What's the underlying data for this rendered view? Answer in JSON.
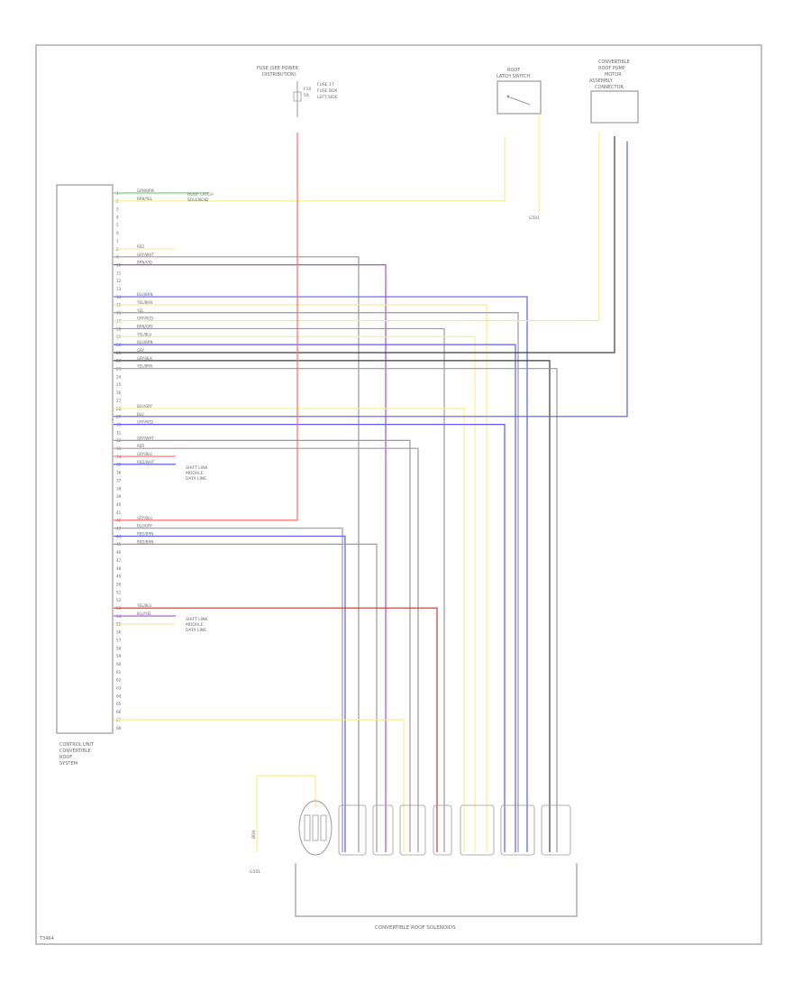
{
  "diagram": {
    "footer_code": "T3464",
    "ground_label": "G501",
    "colors": {
      "frame": "#9a9a9a",
      "red": "#ff6b6b",
      "dark_red": "#c0392b",
      "green": "#7ad27a",
      "yellow": "#f3f08a",
      "blue": "#5b5bf5",
      "violet": "#b04ad0",
      "gray": "#9a9a9a",
      "dark": "#3c3c3c"
    },
    "components": {
      "module_label": [
        "CONTROL UNIT",
        "CONVERTIBLE",
        "ROOF",
        "SYSTEM"
      ],
      "fuse_label": [
        "FUSE (SEE POWER",
        "DISTRIBUTION)"
      ],
      "fuse_notes": [
        "F10",
        "5A",
        "FUSE 17",
        "FUSE BOX",
        "LEFT SIDE"
      ],
      "switch_label": [
        "ROOF",
        "LATCH SWITCH"
      ],
      "motor_label": [
        "CONVERTIBLE",
        "ROOF PUMP",
        "MOTOR",
        "ASSEMBLY",
        "CONNECTOR"
      ],
      "bottom_label": "CONVERTIBLE ROOF SOLENOIDS",
      "ref_notes": [
        [
          "ROOF LATCH",
          "SOLENOID"
        ],
        [
          "SHIFT LINK",
          "MODULE",
          "DATA LINE"
        ],
        [
          "SHIFT LINK",
          "MODULE",
          "DATA LINE"
        ]
      ]
    },
    "pins": [
      "1",
      "2",
      "3",
      "4",
      "5",
      "6",
      "7",
      "8",
      "9",
      "10",
      "11",
      "12",
      "13",
      "14",
      "15",
      "16",
      "17",
      "18",
      "19",
      "20",
      "21",
      "22",
      "23",
      "24",
      "25",
      "26",
      "27",
      "28",
      "29",
      "30",
      "31",
      "32",
      "33",
      "34",
      "35",
      "36",
      "37",
      "38",
      "39",
      "40",
      "41",
      "42",
      "43",
      "44",
      "45",
      "46",
      "47",
      "48",
      "49",
      "50",
      "51",
      "52",
      "53",
      "54",
      "55",
      "56",
      "57",
      "58",
      "59",
      "60",
      "61",
      "62",
      "63",
      "64",
      "65",
      "66",
      "67",
      "68"
    ],
    "wire_labels": [
      "GRN/BRN",
      "BRN/YEL",
      "RED",
      "GRY/WHT",
      "BRN/VIO",
      "BLU/BRN",
      "YEL/BRN",
      "YEL",
      "GRY/RED",
      "BRN/GRY",
      "YEL/BLU",
      "BLU/BRN",
      "GRY",
      "GRY/BLK",
      "YEL/BRN",
      "BLU/GRY",
      "BLU",
      "GRY/RED",
      "GRY/WHT",
      "RED",
      "GRY/BLU",
      "RED/WHT",
      "GRY/BLU",
      "BLU/GRY",
      "RED/BRN",
      "RED/BRN",
      "YEL/BLU",
      "BLU/YEL"
    ],
    "pump_wire_label": "BRN",
    "pump_ground": "G501"
  }
}
